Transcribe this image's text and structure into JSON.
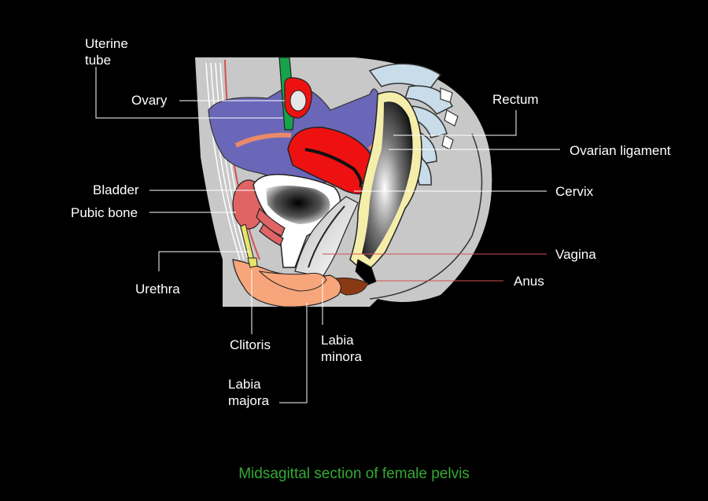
{
  "labels": {
    "uterine_tube": "Uterine\ntube",
    "ovary": "Ovary",
    "bladder": "Bladder",
    "pubic_bone": "Pubic bone",
    "urethra": "Urethra",
    "clitoris": "Clitoris",
    "labia_minora": "Labia\nminora",
    "labia_majora": "Labia\nmajora",
    "rectum": "Rectum",
    "ovarian_ligament": "Ovarian ligament",
    "cervix": "Cervix",
    "vagina": "Vagina",
    "anus": "Anus"
  },
  "caption": "Midsagittal section of female pelvis",
  "colors": {
    "background": "#000000",
    "body_section": "#c8c8c8",
    "peritoneum": "#6a67b8",
    "uterus": "#ee1111",
    "tube": "#16a34a",
    "pubic_bone": "#e06464",
    "labia": "#f7a57a",
    "rectum_wall": "#f5eeaa",
    "caption": "#33aa33",
    "leader_line": "#ffffff",
    "leader_line_red": "#d45050"
  }
}
